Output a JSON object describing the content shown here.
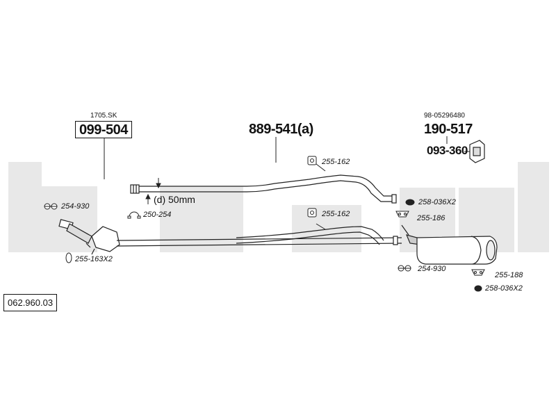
{
  "header_parts": {
    "catalyst_ref": "1705.SK",
    "catalyst_part": "099-504",
    "middle_pipe_part": "889-541(a)",
    "rear_oe_ref": "98-05296480",
    "rear_silencer_part": "190-517",
    "rear_bracket_part": "093-360"
  },
  "dimension_note": "(d) 50mm",
  "fittings": {
    "clamp_254_930_top": "254-930",
    "clamp_250_254": "250-254",
    "gasket_255_163": "255-163X2",
    "hanger_255_162_upper": "255-162",
    "hanger_255_162_lower": "255-162",
    "ring_258_036_upper": "258-036X2",
    "hanger_255_186": "255-186",
    "clamp_254_930_bottom": "254-930",
    "hanger_255_188": "255-188",
    "ring_258_036_lower": "258-036X2"
  },
  "diagram_reference": "062.960.03",
  "colors": {
    "line": "#222222",
    "watermark": "#e8e8e8"
  }
}
